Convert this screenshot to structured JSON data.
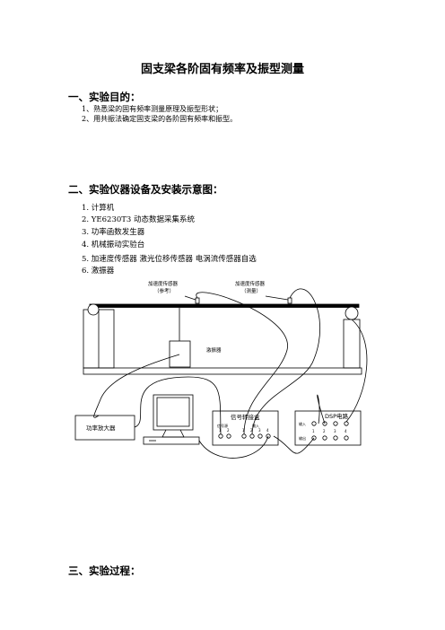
{
  "doc": {
    "title": "固支梁各阶固有频率及振型测量",
    "section1": {
      "heading": "一、实验目的：",
      "items": [
        "1、熟悉梁的固有频率测量原理及振型形状；",
        "2、用共振法确定固支梁的各阶固有频率和振型。"
      ]
    },
    "section2": {
      "heading": "二、实验仪器设备及安装示意图：",
      "items": [
        "1. 计算机",
        "2. YE6230T3 动态数据采集系统",
        "3. 功率函数发生器",
        "4. 机械振动实验台",
        "5. 加速度传感器    激光位移传感器    电涡流传感器自选",
        "6. 激振器"
      ]
    },
    "diagram": {
      "sensor_ref_line1": "加速度传感器",
      "sensor_ref_line2": "（参考）",
      "sensor_meas_line1": "加速度传感器",
      "sensor_meas_line2": "（测量）",
      "exciter": "激振器",
      "amplifier": "功率放大器",
      "junction_box": "信号转接盒",
      "junction_sub1": "信号源",
      "junction_sub2": "输入",
      "junction_nums": [
        "1",
        "2",
        "1",
        "2",
        "3",
        "4"
      ],
      "daq": "DSP电路",
      "daq_in": "输入",
      "daq_out": "输出",
      "daq_nums": [
        "1",
        "2",
        "3",
        "4"
      ]
    },
    "section3": {
      "heading": "三、实验过程："
    }
  }
}
